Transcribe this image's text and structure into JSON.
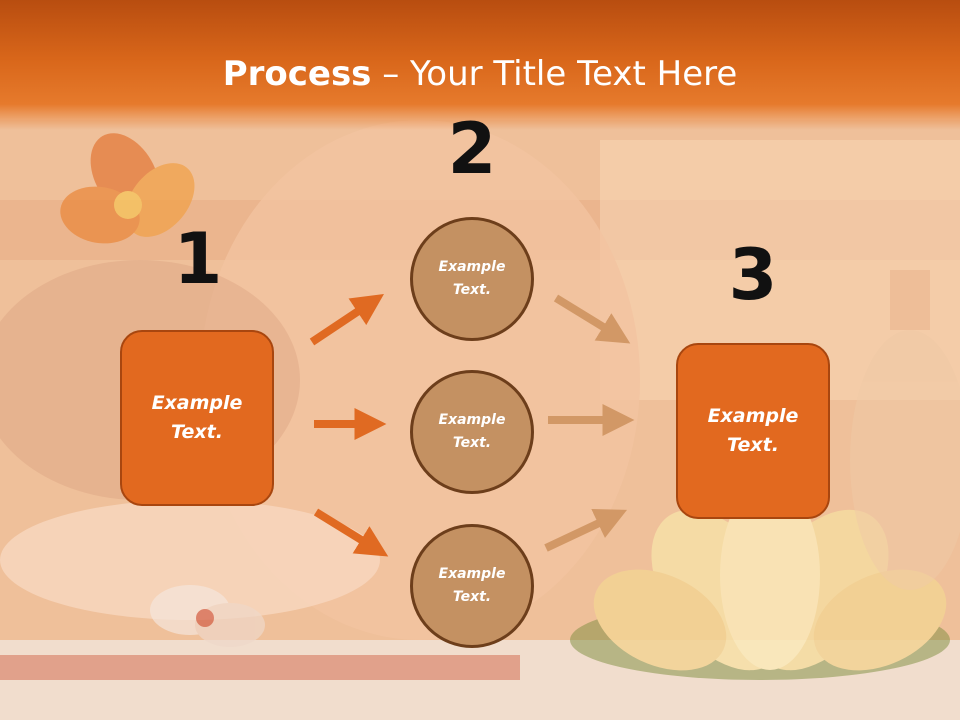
{
  "slide": {
    "title_bold": "Process",
    "title_rest": " – Your Title Text Here"
  },
  "steps": {
    "step1": {
      "number": "1",
      "label_line1": "Example",
      "label_line2": "Text."
    },
    "step2": {
      "number": "2"
    },
    "step3": {
      "number": "3",
      "label_line1": "Example",
      "label_line2": "Text."
    }
  },
  "circles": [
    {
      "line1": "Example",
      "line2": "Text."
    },
    {
      "line1": "Example",
      "line2": "Text."
    },
    {
      "line1": "Example",
      "line2": "Text."
    }
  ],
  "colors": {
    "header": "#d8661a",
    "box_fill": "#e2691f",
    "circle_fill": "#c49162",
    "arrow_left": "#e06a22",
    "arrow_right": "#d29866"
  }
}
